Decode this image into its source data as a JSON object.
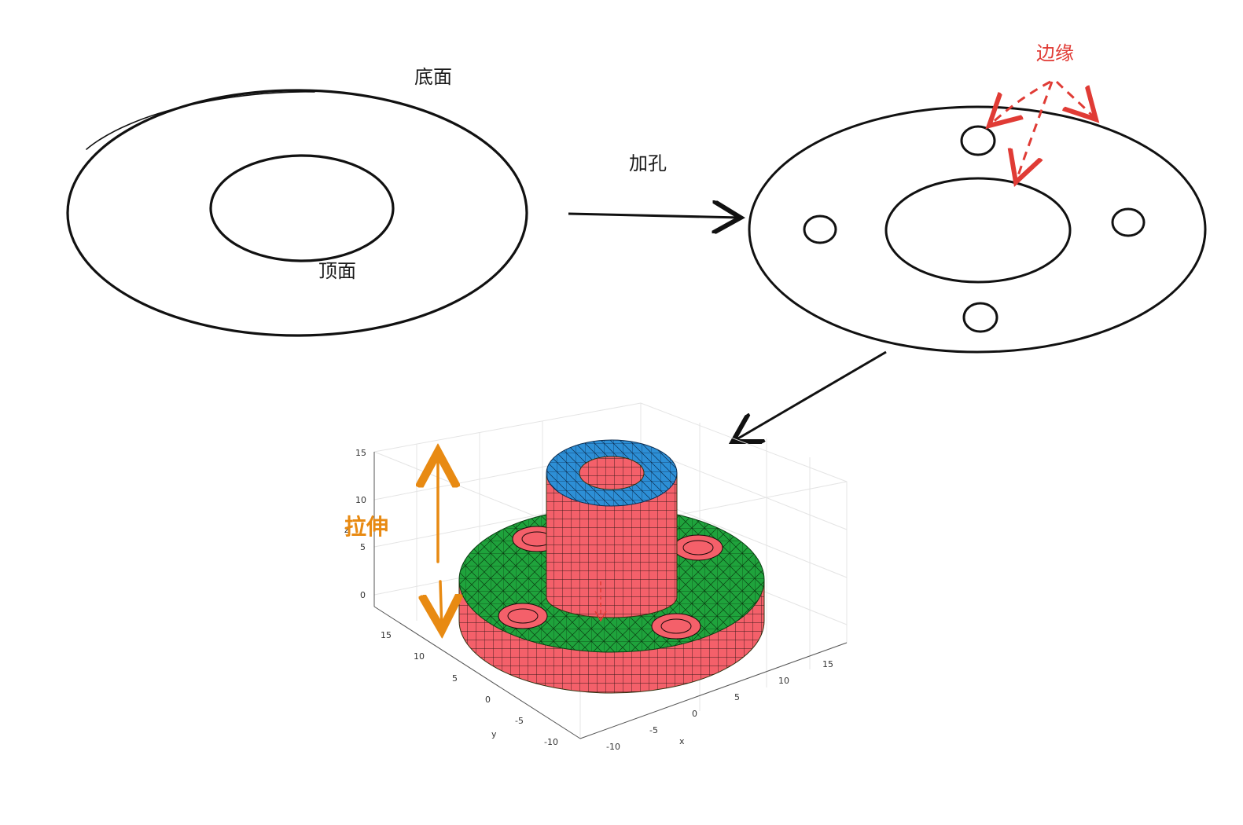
{
  "labels": {
    "bottom_face": "底面",
    "top_face": "顶面",
    "add_holes": "加孔",
    "edges": "边缘",
    "extrude": "拉伸"
  },
  "plot": {
    "z_ticks": [
      "15",
      "10",
      "5",
      "0"
    ],
    "y_ticks": [
      "15",
      "10",
      "5",
      "0",
      "-5",
      "-10"
    ],
    "x_ticks": [
      "-10",
      "-5",
      "0",
      "5",
      "10",
      "15"
    ],
    "x_label": "x",
    "y_label": "y",
    "z_label": "z"
  },
  "colors": {
    "sketch_stroke": "#111111",
    "edge_arrow": "#e03b35",
    "extrude_arrow": "#e88a12",
    "side_face": "#f4606a",
    "top_face": "#2d8fd6",
    "flange_face": "#1fa33c"
  }
}
